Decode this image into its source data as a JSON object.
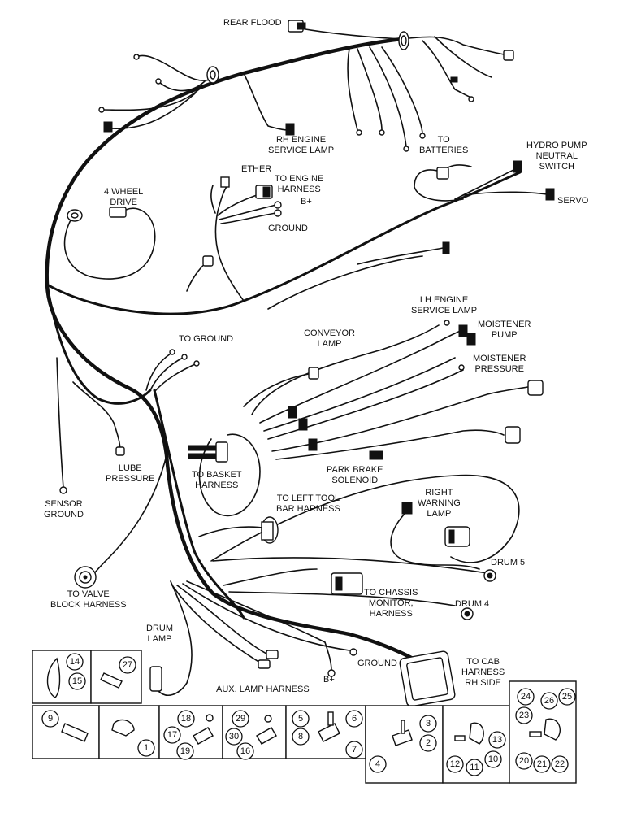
{
  "labels": {
    "rear_flood": "REAR FLOOD",
    "rh_engine_service_lamp": [
      "RH ENGINE",
      "SERVICE LAMP"
    ],
    "to_batteries": [
      "TO",
      "BATTERIES"
    ],
    "hydro_pump_neutral_switch": [
      "HYDRO PUMP",
      "NEUTRAL",
      "SWITCH"
    ],
    "servo": "SERVO",
    "ether": "ETHER",
    "to_engine_harness": [
      "TO ENGINE",
      "HARNESS"
    ],
    "b_plus_top": "B+",
    "ground_top": "GROUND",
    "four_wheel_drive": [
      "4 WHEEL",
      "DRIVE"
    ],
    "lh_engine_service_lamp": [
      "LH ENGINE",
      "SERVICE LAMP"
    ],
    "moistener_pump": [
      "MOISTENER",
      "PUMP"
    ],
    "moistener_pressure": [
      "MOISTENER",
      "PRESSURE"
    ],
    "to_ground": "TO GROUND",
    "conveyor_lamp": [
      "CONVEYOR",
      "LAMP"
    ],
    "lube_pressure": [
      "LUBE",
      "PRESSURE"
    ],
    "sensor_ground": [
      "SENSOR",
      "GROUND"
    ],
    "to_basket_harness": [
      "TO BASKET",
      "HARNESS"
    ],
    "park_brake_solenoid": [
      "PARK BRAKE",
      "SOLENOID"
    ],
    "to_left_tool_bar_harness": [
      "TO LEFT TOOL",
      "BAR HARNESS"
    ],
    "right_warning_lamp": [
      "RIGHT",
      "WARNING",
      "LAMP"
    ],
    "drum_5": "DRUM 5",
    "to_valve_block_harness": [
      "TO VALVE",
      "BLOCK HARNESS"
    ],
    "to_chassis_monitor_harness": [
      "TO CHASSIS",
      "MONITOR,",
      "HARNESS"
    ],
    "drum_4": "DRUM 4",
    "drum_lamp": [
      "DRUM",
      "LAMP"
    ],
    "ground_bottom": "GROUND",
    "to_cab_harness_rh_side": [
      "TO CAB",
      "HARNESS",
      "RH SIDE"
    ],
    "b_plus_bottom": "B+",
    "aux_lamp_harness": "AUX. LAMP HARNESS"
  },
  "callouts": {
    "c1": "1",
    "c2": "2",
    "c3": "3",
    "c4": "4",
    "c5": "5",
    "c6": "6",
    "c7": "7",
    "c8": "8",
    "c9": "9",
    "c10": "10",
    "c11": "11",
    "c12": "12",
    "c13": "13",
    "c14": "14",
    "c15": "15",
    "c16": "16",
    "c17": "17",
    "c18": "18",
    "c19": "19",
    "c20": "20",
    "c21": "21",
    "c22": "22",
    "c23": "23",
    "c24": "24",
    "c25": "25",
    "c26": "26",
    "c27": "27",
    "c29": "29",
    "c30": "30"
  }
}
